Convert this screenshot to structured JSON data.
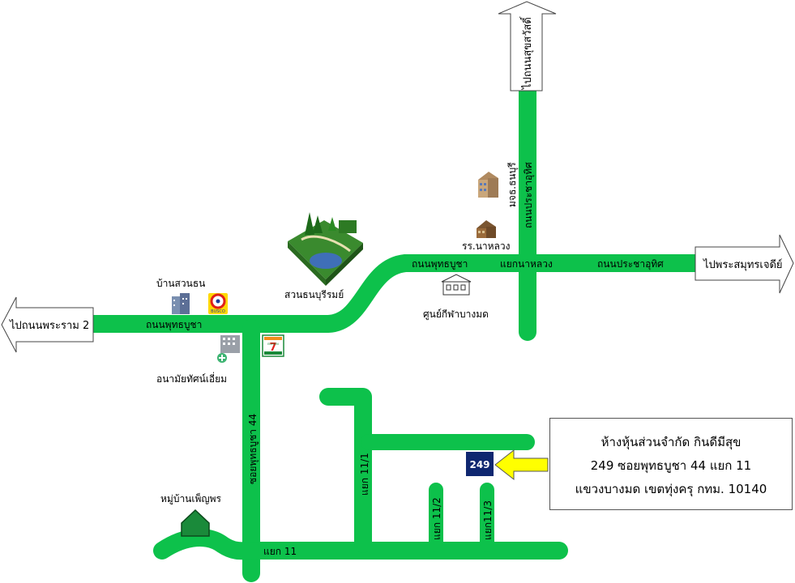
{
  "arrows": {
    "left": "ไปถนนพระราม 2",
    "right": "ไปพระสมุทรเจดีย์",
    "top": "ไปถนนสุขสวัสดิ์"
  },
  "roads": {
    "phuttha_bucha_left": "ถนนพุทธบูชา",
    "phuttha_bucha_right": "ถนนพุทธบูชา",
    "pracha_uthit_h": "ถนนประชาอุทิศ",
    "pracha_uthit_v": "ถนนประชาอุทิศ",
    "soi_44": "ซอยพุทธบูชา 44",
    "yaek_11": "แยก 11",
    "yaek_11_1": "แยก 11/1",
    "yaek_11_2": "แยก 11/2",
    "yaek_11_3": "แยก11/3",
    "junction": "แยกนาหลวง"
  },
  "places": {
    "park": "สวนธนบุรีรมย์",
    "sports_center": "ศูนย์กีฬาบางมด",
    "school": "รร.นาหลวง",
    "university": "มจธ.ธนบุรี",
    "village_thon": "บ้านสวนธน",
    "health_center": "อนามัยทัศน์เอี่ยม",
    "village_phen": "หมู่บ้านเพ็ญพร",
    "store_7": "7",
    "store_eleven": "ELEVEN",
    "busco": "BUSCO"
  },
  "marker": {
    "number": "249"
  },
  "address": {
    "line1": "ห้างหุ้นส่วนจำกัด กินดีมีสุข",
    "line2": "249 ซอยพุทธบูชา 44 แยก 11",
    "line3": "แขวงบางมด  เขตทุ่งครุ กทม. 10140"
  },
  "colors": {
    "road": "#0dc14b",
    "marker_bg": "#0f2770",
    "pointer": "#ffff00"
  }
}
